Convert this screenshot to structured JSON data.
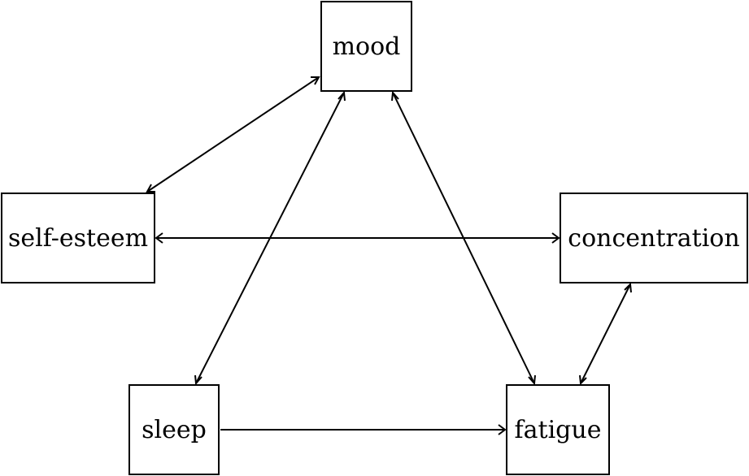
{
  "nodes": {
    "mood": "mood",
    "self_esteem": "self-esteem",
    "concentration": "concentration",
    "sleep": "sleep",
    "fatigue": "fatigue"
  },
  "edges": [
    {
      "from": "mood",
      "to": "self-esteem",
      "direction": "both"
    },
    {
      "from": "mood",
      "to": "sleep",
      "direction": "both"
    },
    {
      "from": "mood",
      "to": "fatigue",
      "direction": "both"
    },
    {
      "from": "self-esteem",
      "to": "concentration",
      "direction": "both"
    },
    {
      "from": "concentration",
      "to": "fatigue",
      "direction": "both"
    },
    {
      "from": "sleep",
      "to": "fatigue",
      "direction": "forward"
    }
  ],
  "colors": {
    "stroke": "#000000",
    "background": "#ffffff"
  }
}
